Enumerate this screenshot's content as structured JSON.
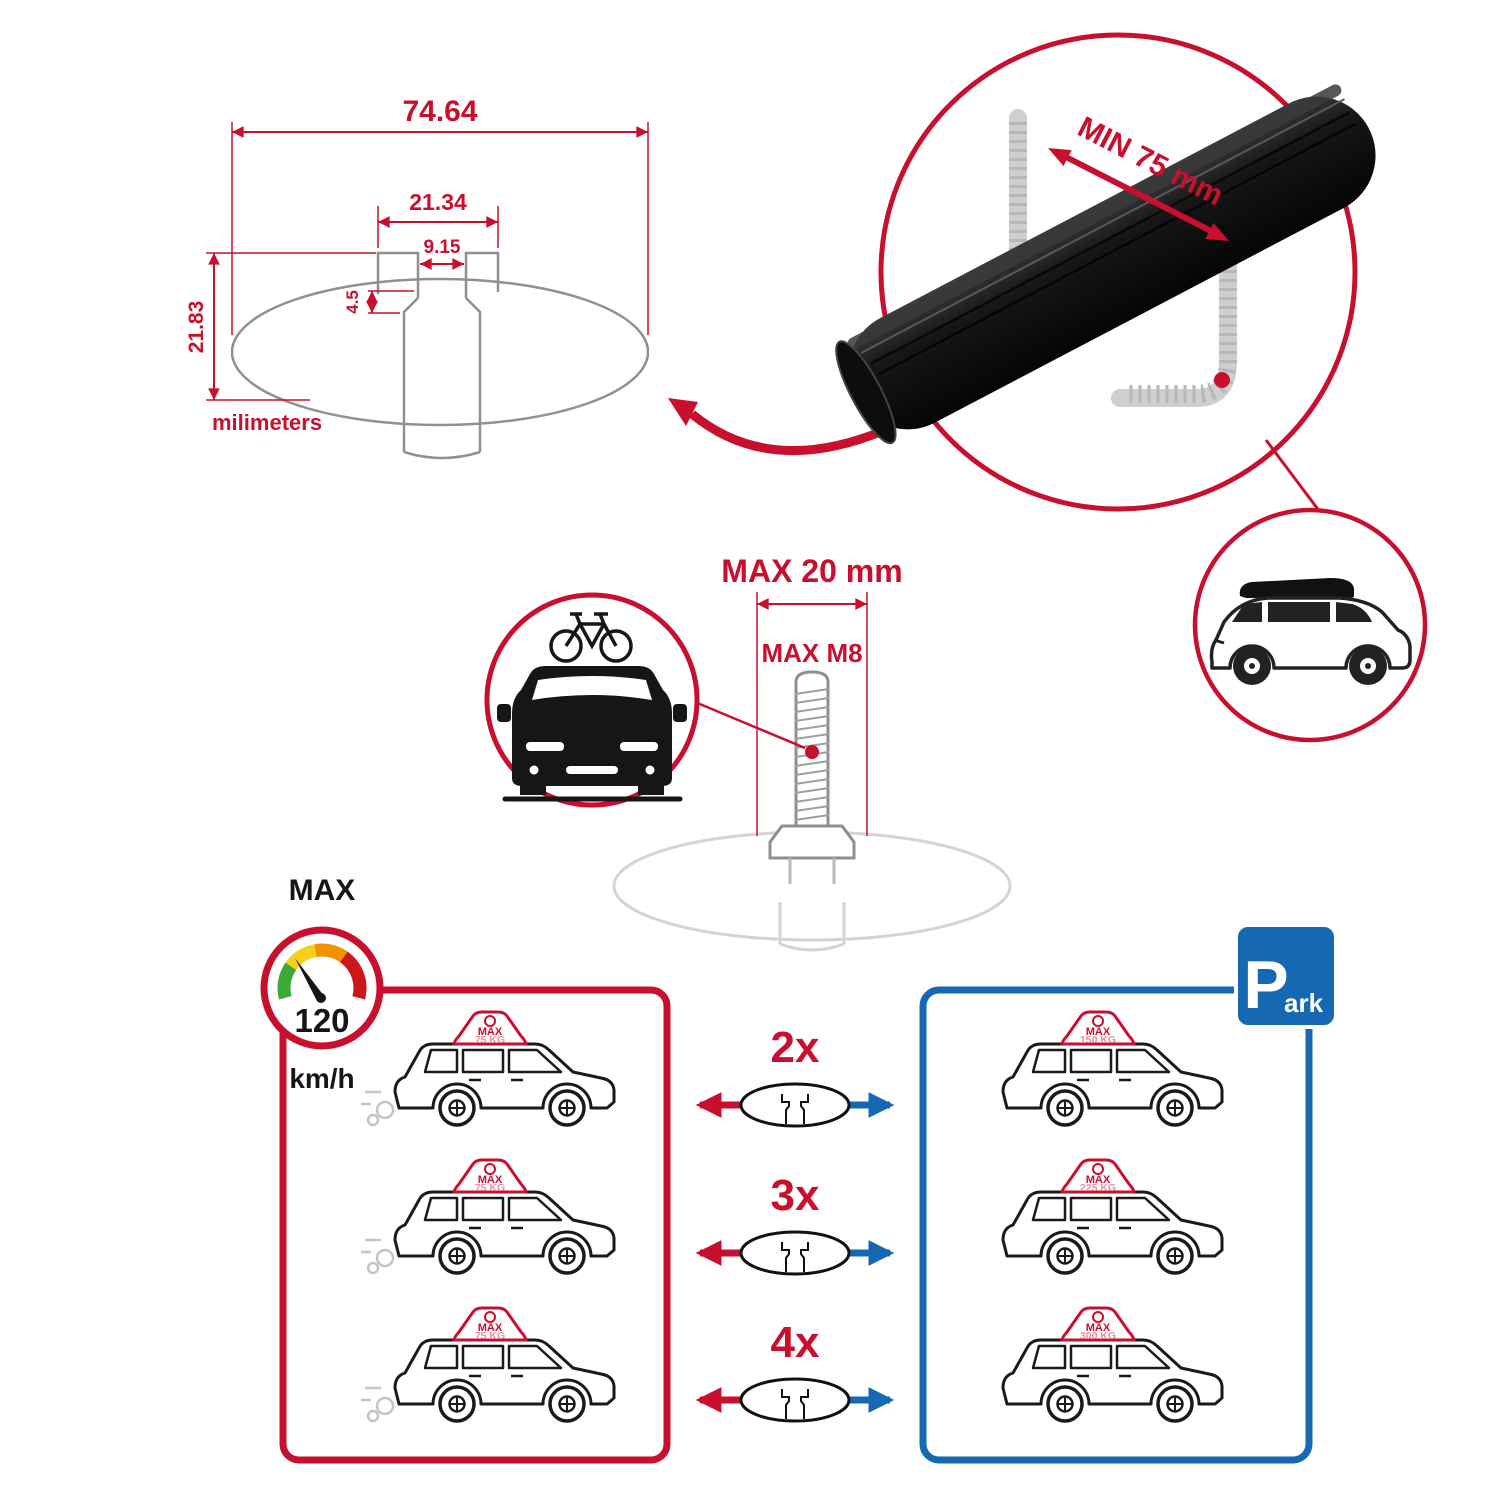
{
  "colors": {
    "red": "#c8102e",
    "blue": "#1668b2",
    "pink": "#e8919d",
    "black": "#161616",
    "gray": "#8f8f8f",
    "light_gray": "#d4d4d4"
  },
  "cross_section": {
    "total_width": "74.64",
    "channel_width": "21.34",
    "slot_width": "9.15",
    "slot_depth": "4.5",
    "total_height": "21.83",
    "units_label": "milimeters"
  },
  "bar_detail": {
    "min_span_label": "MIN 75 mm"
  },
  "bolt_detail": {
    "max_width_label": "MAX 20 mm",
    "max_thread_label": "MAX M8"
  },
  "speed_gauge": {
    "title": "MAX",
    "value": "120",
    "unit": "km/h"
  },
  "crossbar_counts": {
    "rows": [
      {
        "qty": "2x"
      },
      {
        "qty": "3x"
      },
      {
        "qty": "4x"
      }
    ]
  },
  "driving_panel": {
    "cars": [
      {
        "max_label": "MAX",
        "load_label": "75 KG"
      },
      {
        "max_label": "MAX",
        "load_label": "75 KG"
      },
      {
        "max_label": "MAX",
        "load_label": "75 KG"
      }
    ]
  },
  "parking_panel": {
    "sign_p": "P",
    "sign_rest": "ark",
    "cars": [
      {
        "max_label": "MAX",
        "load_label": "150 KG"
      },
      {
        "max_label": "MAX",
        "load_label": "225 KG"
      },
      {
        "max_label": "MAX",
        "load_label": "300 KG"
      }
    ]
  }
}
